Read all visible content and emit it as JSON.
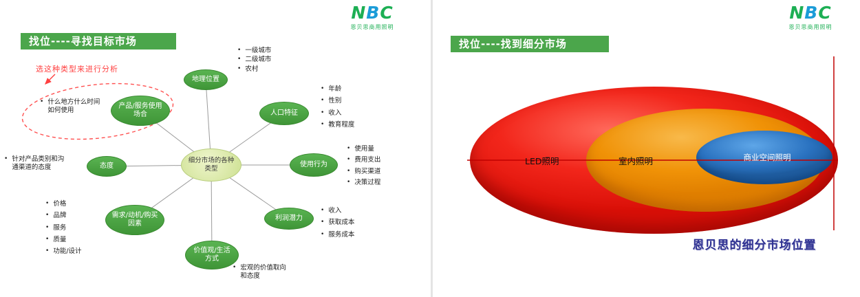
{
  "logo": {
    "letters": [
      "N",
      "B",
      "C"
    ],
    "subtitle": "恩贝思商用照明"
  },
  "slide1": {
    "title": "找位----寻找目标市场",
    "annotation": "选这种类型来进行分析",
    "center": "细分市场的各种类型",
    "nodes": [
      {
        "label": "地理位置",
        "bullets": [
          "一级城市",
          "二级城市",
          "农村"
        ]
      },
      {
        "label": "人口特征",
        "bullets": [
          "年龄",
          "性别",
          "收入",
          "教育程度"
        ]
      },
      {
        "label": "使用行为",
        "bullets": [
          "使用量",
          "费用支出",
          "购买渠道",
          "决策过程"
        ]
      },
      {
        "label": "利润潜力",
        "bullets": [
          "收入",
          "获取成本",
          "服务成本"
        ]
      },
      {
        "label": "价值观/生活方式",
        "bullets": [
          "宏观的价值取向和态度"
        ]
      },
      {
        "label": "需求/动机/购买因素",
        "bullets": [
          "价格",
          "品牌",
          "服务",
          "质量",
          "功能/设计"
        ]
      },
      {
        "label": "态度",
        "bullets": [
          "针对产品类别和沟通渠道的态度"
        ]
      },
      {
        "label": "产品/服务使用场合",
        "bullets": [
          "什么地方什么时间如何使用"
        ]
      }
    ]
  },
  "slide2": {
    "title": "找位----找到细分市场",
    "rings": [
      {
        "label": "LED照明"
      },
      {
        "label": "室内照明"
      },
      {
        "label": "商业空间照明"
      }
    ],
    "caption": "恩贝思的细分市场位置"
  },
  "colors": {
    "title_bar_green": "#4ba64b",
    "node_green": "#449c3c",
    "center_node_fill": "#d9e8a6",
    "annotation_red": "#ff4040",
    "ring_red": "#e8150f",
    "ring_orange": "#f09207",
    "ring_blue": "#2a72c0",
    "axis_red": "#c00000",
    "caption_blue": "#2e3192",
    "logo_green": "#1daf54",
    "logo_blue": "#1b9cd8"
  }
}
